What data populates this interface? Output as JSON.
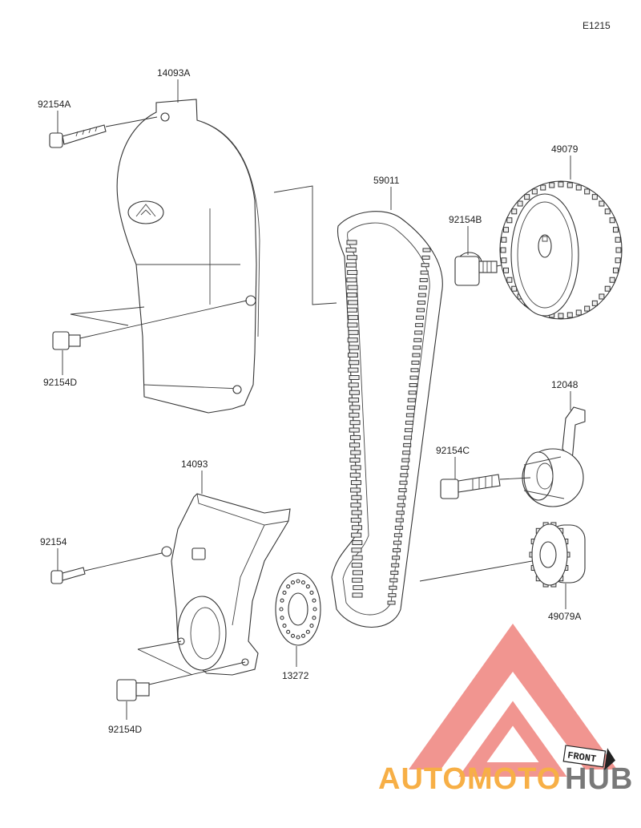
{
  "diagram_code": "E1215",
  "parts": {
    "cover_upper": "14093A",
    "bolt_a": "92154A",
    "bolt_d_upper": "92154D",
    "belt": "59011",
    "bolt_b": "92154B",
    "pulley_cam": "49079",
    "tensioner": "12048",
    "bolt_c": "92154C",
    "cover_lower": "14093",
    "bolt_plain": "92154",
    "pulley_crank": "49079A",
    "plate": "13272",
    "bolt_d_lower": "92154D"
  },
  "direction_badge": "FRONT",
  "watermark": {
    "part_orange": "AUTOMOTO",
    "part_gray": "HUB",
    "color_red": "#f08a84",
    "color_orange": "#f7a733",
    "color_gray": "#6b6b6b"
  }
}
